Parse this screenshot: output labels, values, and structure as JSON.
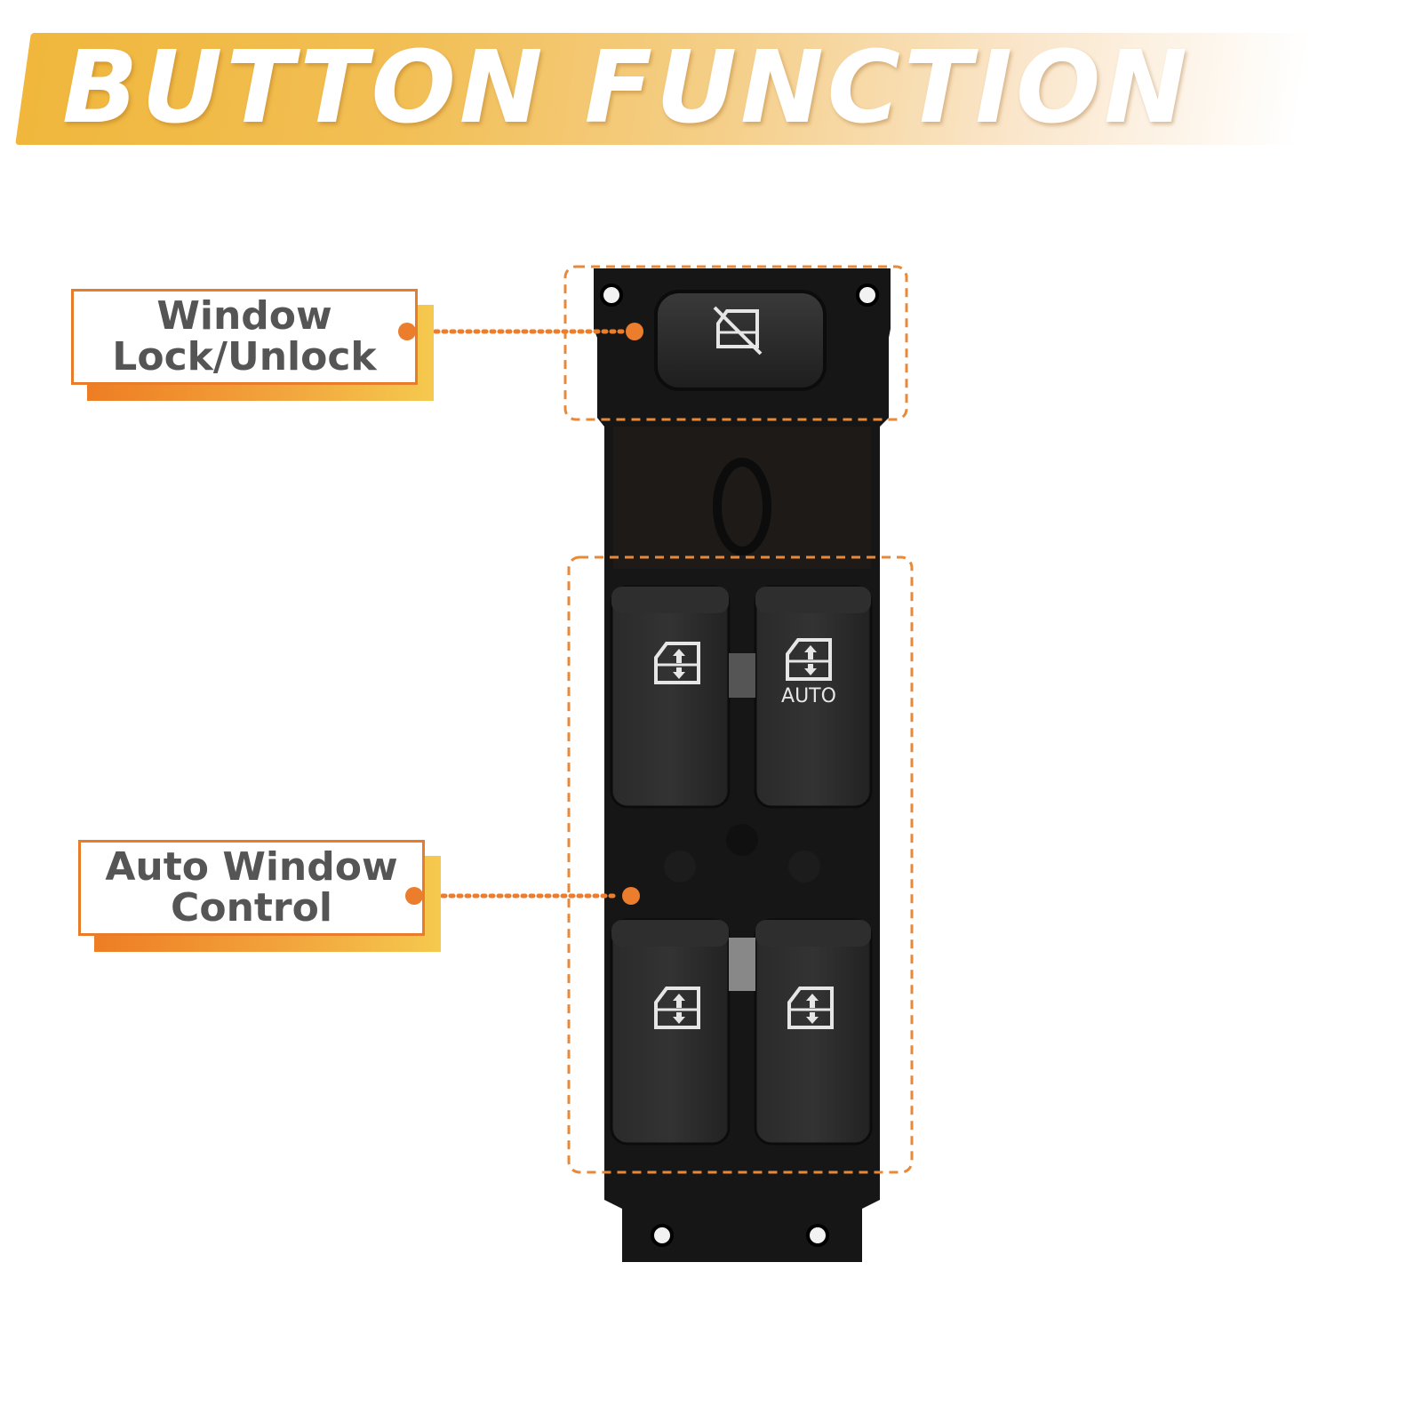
{
  "banner": {
    "title": "BUTTON FUNCTION"
  },
  "callouts": {
    "lock": {
      "line1": "Window",
      "line2": "Lock/Unlock"
    },
    "auto": {
      "line1": "Auto Window",
      "line2": "Control"
    }
  },
  "switch": {
    "auto_label": "AUTO",
    "lock_icon": "window-lock-icon",
    "window_icon": "window-up-down-icon"
  },
  "colors": {
    "accent_orange": "#ec7d2c",
    "banner_gold": "#f0b73c",
    "label_text": "#555555",
    "panel_black": "#1a1a1a"
  }
}
